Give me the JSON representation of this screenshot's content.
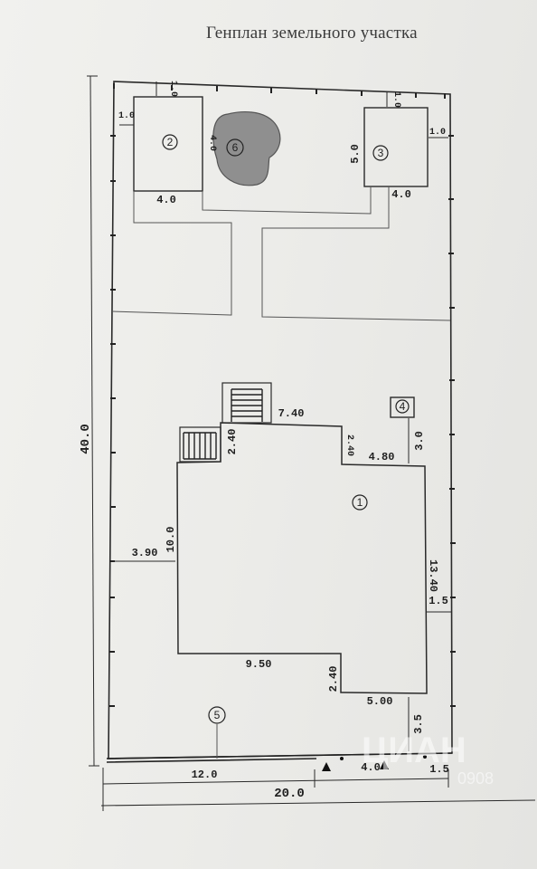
{
  "title": "Генплан земельного участка",
  "dims": {
    "total_height": "40.0",
    "total_width": "20.0",
    "bottom_left": "12.0",
    "bottom_mid": "4.0",
    "bottom_right": "1.5",
    "b2_top": "1.0",
    "b2_left": "1.0",
    "b2_side": "4.0",
    "b2_bottom": "4.0",
    "b3_top": "1.0",
    "b3_right": "1.0",
    "b3_side": "5.0",
    "b3_bottom": "4.0",
    "house_top": "7.40",
    "house_step_left": "2.40",
    "house_step_right": "2.40",
    "house_right_top": "4.80",
    "gap_to_4": "3.0",
    "house_left_offset": "3.90",
    "house_left_side": "10.0",
    "house_right_side": "13.40",
    "house_right_offset": "1.5",
    "house_bottom": "9.50",
    "house_step_bottom": "2.40",
    "house_bottom_right": "5.00",
    "house_front_offset": "3.5"
  },
  "markers": {
    "m1": "1",
    "m2": "2",
    "m3": "3",
    "m4": "4",
    "m5": "5",
    "m6": "6"
  },
  "watermark": {
    "brand": "ЦИАН",
    "id": "0908"
  }
}
